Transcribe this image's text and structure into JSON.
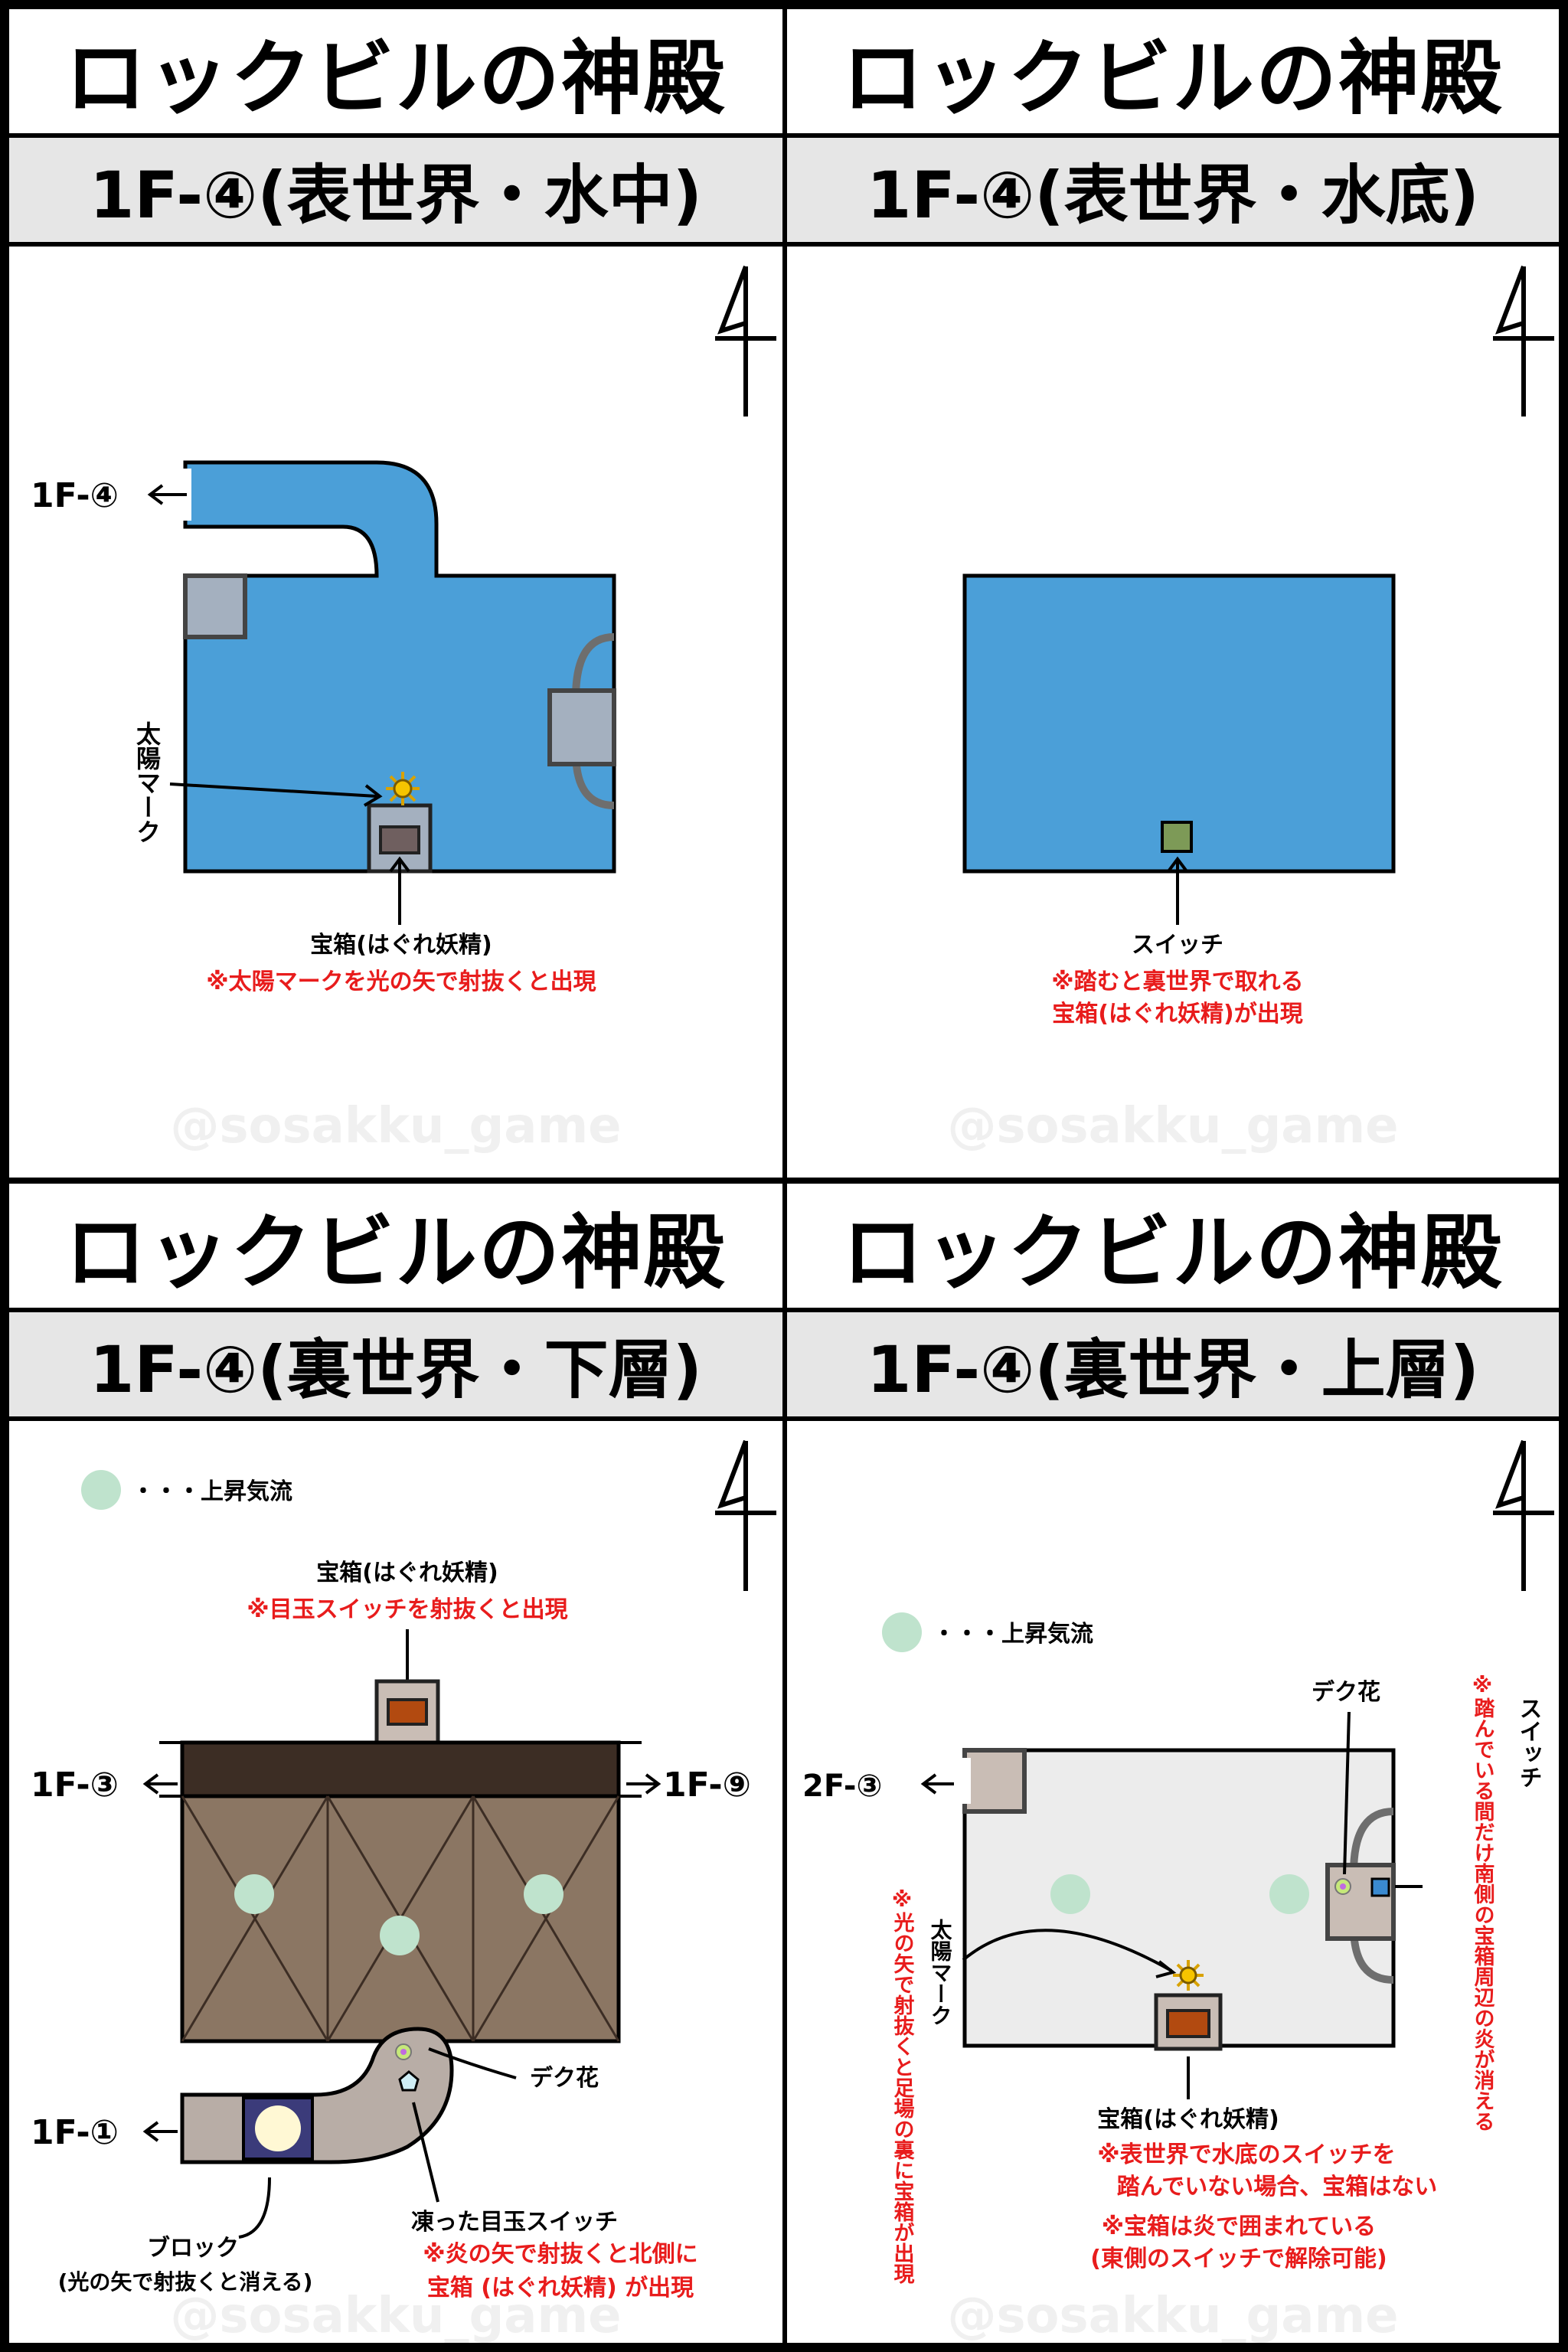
{
  "panels": [
    {
      "title": "ロックビルの神殿",
      "subtitle": "1F-④(表世界・水中)",
      "north": "N",
      "exit_left": "1F-④",
      "sun_mark_label": "太陽マーク",
      "chest_label": "宝箱(はぐれ妖精)",
      "note": "※太陽マークを光の矢で射抜くと出現",
      "watermark": "@sosakku_game"
    },
    {
      "title": "ロックビルの神殿",
      "subtitle": "1F-④(表世界・水底)",
      "north": "N",
      "switch_label": "スイッチ",
      "note_line1": "※踏むと裏世界で取れる",
      "note_line2": "宝箱(はぐれ妖精)が出現",
      "watermark": "@sosakku_game"
    },
    {
      "title": "ロックビルの神殿",
      "subtitle": "1F-④(裏世界・下層)",
      "north": "N",
      "legend": "・・・上昇気流",
      "chest_label": "宝箱(はぐれ妖精)",
      "chest_note": "※目玉スイッチを射抜くと出現",
      "exit_left": "1F-③",
      "exit_right": "1F-⑨",
      "exit_bottom_left": "1F-①",
      "deku_label": "デク花",
      "eye_switch_label": "凍った目玉スイッチ",
      "eye_note_line1": "※炎の矢で射抜くと北側に",
      "eye_note_line2": "宝箱 (はぐれ妖精) が出現",
      "block_label": "ブロック",
      "block_note": "(光の矢で射抜くと消える)",
      "watermark": "@sosakku_game"
    },
    {
      "title": "ロックビルの神殿",
      "subtitle": "1F-④(裏世界・上層)",
      "north": "N",
      "legend": "・・・上昇気流",
      "deku_label": "デク花",
      "switch_label": "スイッチ",
      "switch_note": "※踏んでいる間だけ南側の宝箱周辺の炎が消える",
      "exit_left": "2F-③",
      "sun_mark_label": "太陽マーク",
      "sun_note": "※光の矢で射抜くと足場の裏に宝箱が出現",
      "chest_label": "宝箱(はぐれ妖精)",
      "note1_line1": "※表世界で水底のスイッチを",
      "note1_line2": "踏んでいない場合、宝箱はない",
      "note2_line1": "※宝箱は炎で囲まれている",
      "note2_line2": "(東側のスイッチで解除可能)",
      "watermark": "@sosakku_game"
    }
  ],
  "colors": {
    "water": "#4b9fd8",
    "gray_block": "#a4b0bf",
    "brown_floor": "#8b7663",
    "dark_brown": "#3c2d24",
    "light_floor": "#ececec",
    "chest": "#b24a10",
    "note_red": "#e81c1c",
    "updraft": "#bfe3cd"
  }
}
